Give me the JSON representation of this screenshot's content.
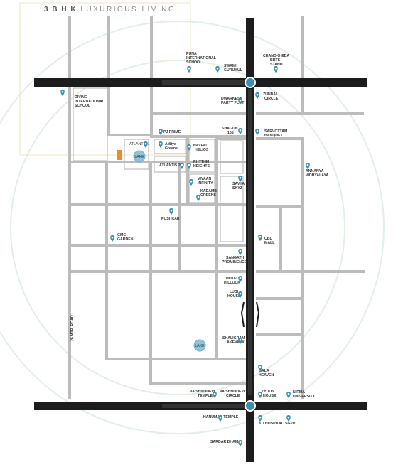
{
  "header": {
    "title_bold": "3 B H K",
    "title_light": "LUXURIOUS LIVING"
  },
  "colors": {
    "road": "#b9b9b9",
    "highway": "#1c1c1c",
    "highway_accent": "#333333",
    "pin": "#3a8fb7",
    "lake": "#8fc3dc",
    "site": "#f08a24",
    "watermark": "#dfeee0"
  },
  "landmarks": {
    "puna_school": [
      "PUNA",
      "INTERNATIONAL",
      "SCHOOL"
    ],
    "swami_gurukul": [
      "SWAMI",
      "GURUKUL"
    ],
    "chandkheda_brts": [
      "CHANDKHEDA",
      "BRTS",
      "STAND"
    ],
    "divine_school": [
      "DIVINE",
      "INTERNATIONAL",
      "SCHOOL"
    ],
    "dwarkesh": [
      "DWARKESH",
      "PARTY PLOT"
    ],
    "zundal": [
      "ZUNDAL",
      "CIRCLE"
    ],
    "shagun": [
      "SHAGUN",
      "108"
    ],
    "prime": "PJ PRIME",
    "sarvottam": [
      "SARVOTTAM",
      "BANQUET"
    ],
    "atlantis1": "ATLANTIS 1",
    "aditya": [
      "Aditya",
      "Greens"
    ],
    "navpad": [
      "NAVPAD",
      "HELIOS"
    ],
    "rhythm": [
      "RHYTHM",
      "HEIGHTS"
    ],
    "atlantis2": "ATLANTIS 2",
    "lake1": "LAKE",
    "annanya": [
      "ANNANYA",
      "VIDHYALAYA"
    ],
    "vivaan": [
      "VIVAAN",
      "INFINITY"
    ],
    "savya": [
      "SAVYA",
      "SKYZ"
    ],
    "kadamb": [
      "KADAMB",
      "GREENS"
    ],
    "pushkar": "PUSHKAR",
    "cbd": [
      "CBD",
      "MALL"
    ],
    "gmc": [
      "GMC",
      "GARDEN"
    ],
    "sangath": [
      "SANGATH",
      "PROMINENCE"
    ],
    "hotel_hillock": [
      "HOTEL",
      "HILLOCK"
    ],
    "lubi": [
      "LUBI",
      "HOUSE"
    ],
    "road_name": "26 MTR. ROAD",
    "shaligram": [
      "SHALIGRAM",
      "LAKEVIEW"
    ],
    "lake2": "LAKE",
    "gala": [
      "GALA",
      "HEAVEN"
    ],
    "vaishnodevi_temple": [
      "VAISHNODEVI",
      "TEMPLE"
    ],
    "vaishnodevi_circle": [
      "VAISHNODEVI",
      "CIRCLE"
    ],
    "zydus": [
      "ZYDUS",
      "HOUSE"
    ],
    "nirma": [
      "NIRMA",
      "UNIVERSITY"
    ],
    "hanuman": "HANUMAN TEMPLE",
    "kd": "KD HOSPITAL",
    "sgvp": "SGVP",
    "sardar": "SARDAR DHAM"
  }
}
